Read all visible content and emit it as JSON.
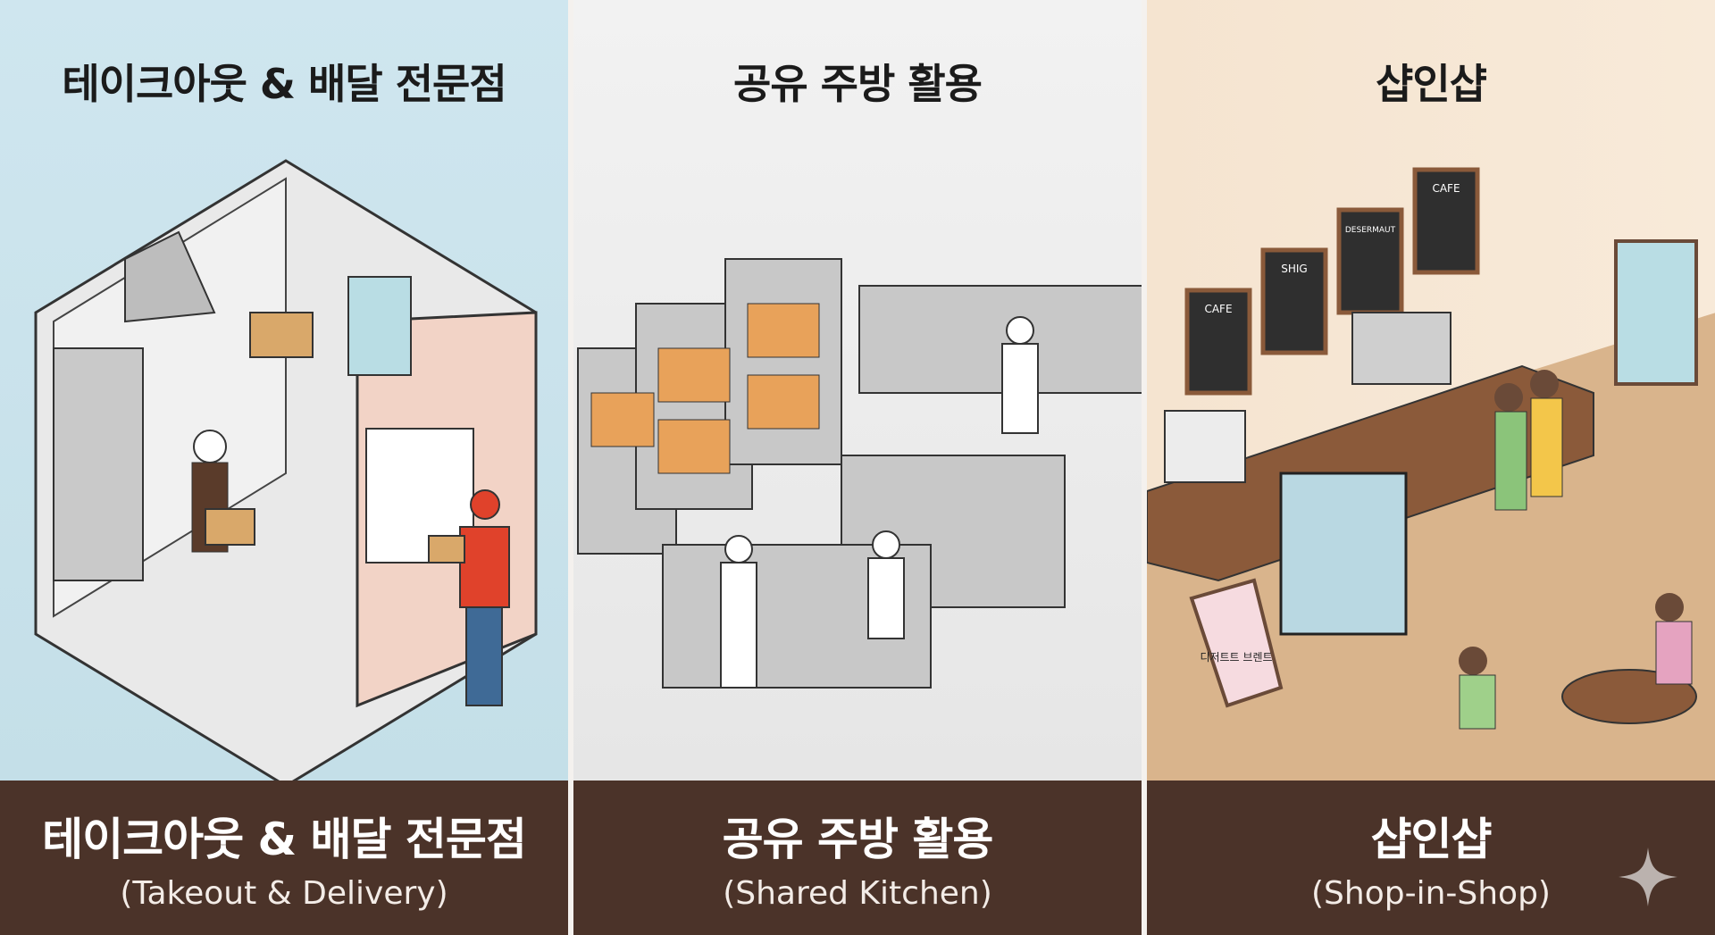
{
  "panels": [
    {
      "title": "테이크아웃 & 배달 전문점",
      "caption_ko": "테이크아웃 & 배달 전문점",
      "caption_en": "(Takeout & Delivery)"
    },
    {
      "title": "공유 주방 활용",
      "caption_ko": "공유 주방 활용",
      "caption_en": "(Shared Kitchen)"
    },
    {
      "title": "샵인샵",
      "caption_ko": "샵인샵",
      "caption_en": "(Shop-in-Shop)",
      "menu_boards": [
        "CAFE",
        "SHIG",
        "DESERMAUT",
        "CAFE"
      ],
      "sign_text": "디저트트 브렌트"
    }
  ],
  "colors": {
    "band": "#4b3329",
    "p1": "#cfe6ef",
    "p2": "#ececec",
    "p3": "#f6e6d3"
  }
}
